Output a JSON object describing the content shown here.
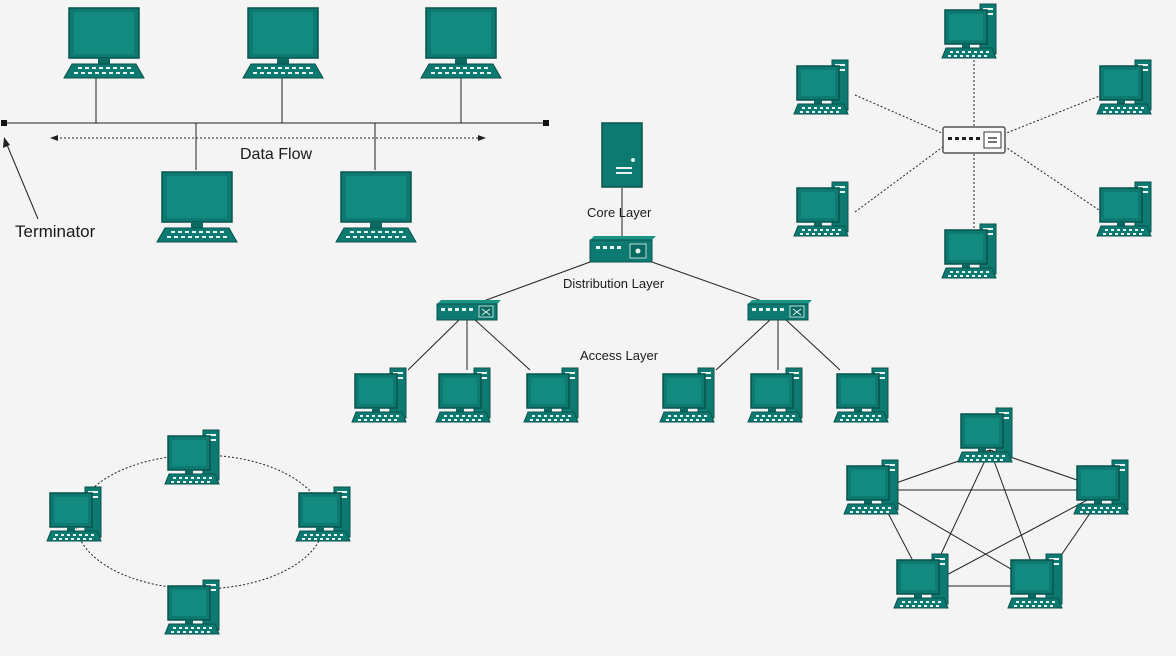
{
  "labels": {
    "data_flow": "Data Flow",
    "terminator": "Terminator",
    "core_layer": "Core Layer",
    "distribution_layer": "Distribution Layer",
    "access_layer": "Access Layer"
  },
  "colors": {
    "device_teal": "#0c7a70",
    "device_dark": "#07524b",
    "screen": "#138a7f",
    "wire": "#222222",
    "background": "#f4f4f4"
  },
  "topologies": [
    "bus",
    "star",
    "tree",
    "ring",
    "mesh"
  ],
  "icons": [
    "monitor-icon",
    "desktop-tower-icon",
    "server-icon",
    "switch-icon",
    "hub-icon"
  ]
}
